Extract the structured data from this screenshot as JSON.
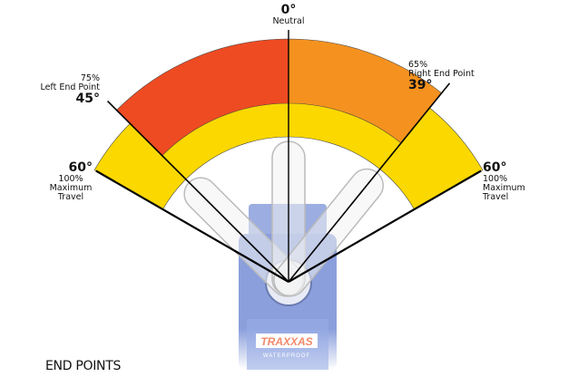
{
  "title": "END POINTS",
  "neutral": {
    "degrees": "0°",
    "label": "Neutral",
    "angle": 0
  },
  "left_end_point": {
    "percent": "75%",
    "label": "Left End Point",
    "degrees": "45°",
    "angle": -45
  },
  "right_end_point": {
    "percent": "65%",
    "label": "Right End Point",
    "degrees": "39°",
    "angle": 39
  },
  "left_max": {
    "degrees": "60°",
    "percent": "100%",
    "label_line1": "Maximum",
    "label_line2": "Travel",
    "angle": -60
  },
  "right_max": {
    "degrees": "60°",
    "percent": "100%",
    "label_line1": "Maximum",
    "label_line2": "Travel",
    "angle": 60
  },
  "servo": {
    "brand": "TRAXXAS",
    "tag": "WATERPROOF"
  },
  "colors": {
    "max_travel": "#fbd800",
    "left_zone": "#ee4b22",
    "right_zone": "#f5921f",
    "servo": "#8b9fdc"
  }
}
